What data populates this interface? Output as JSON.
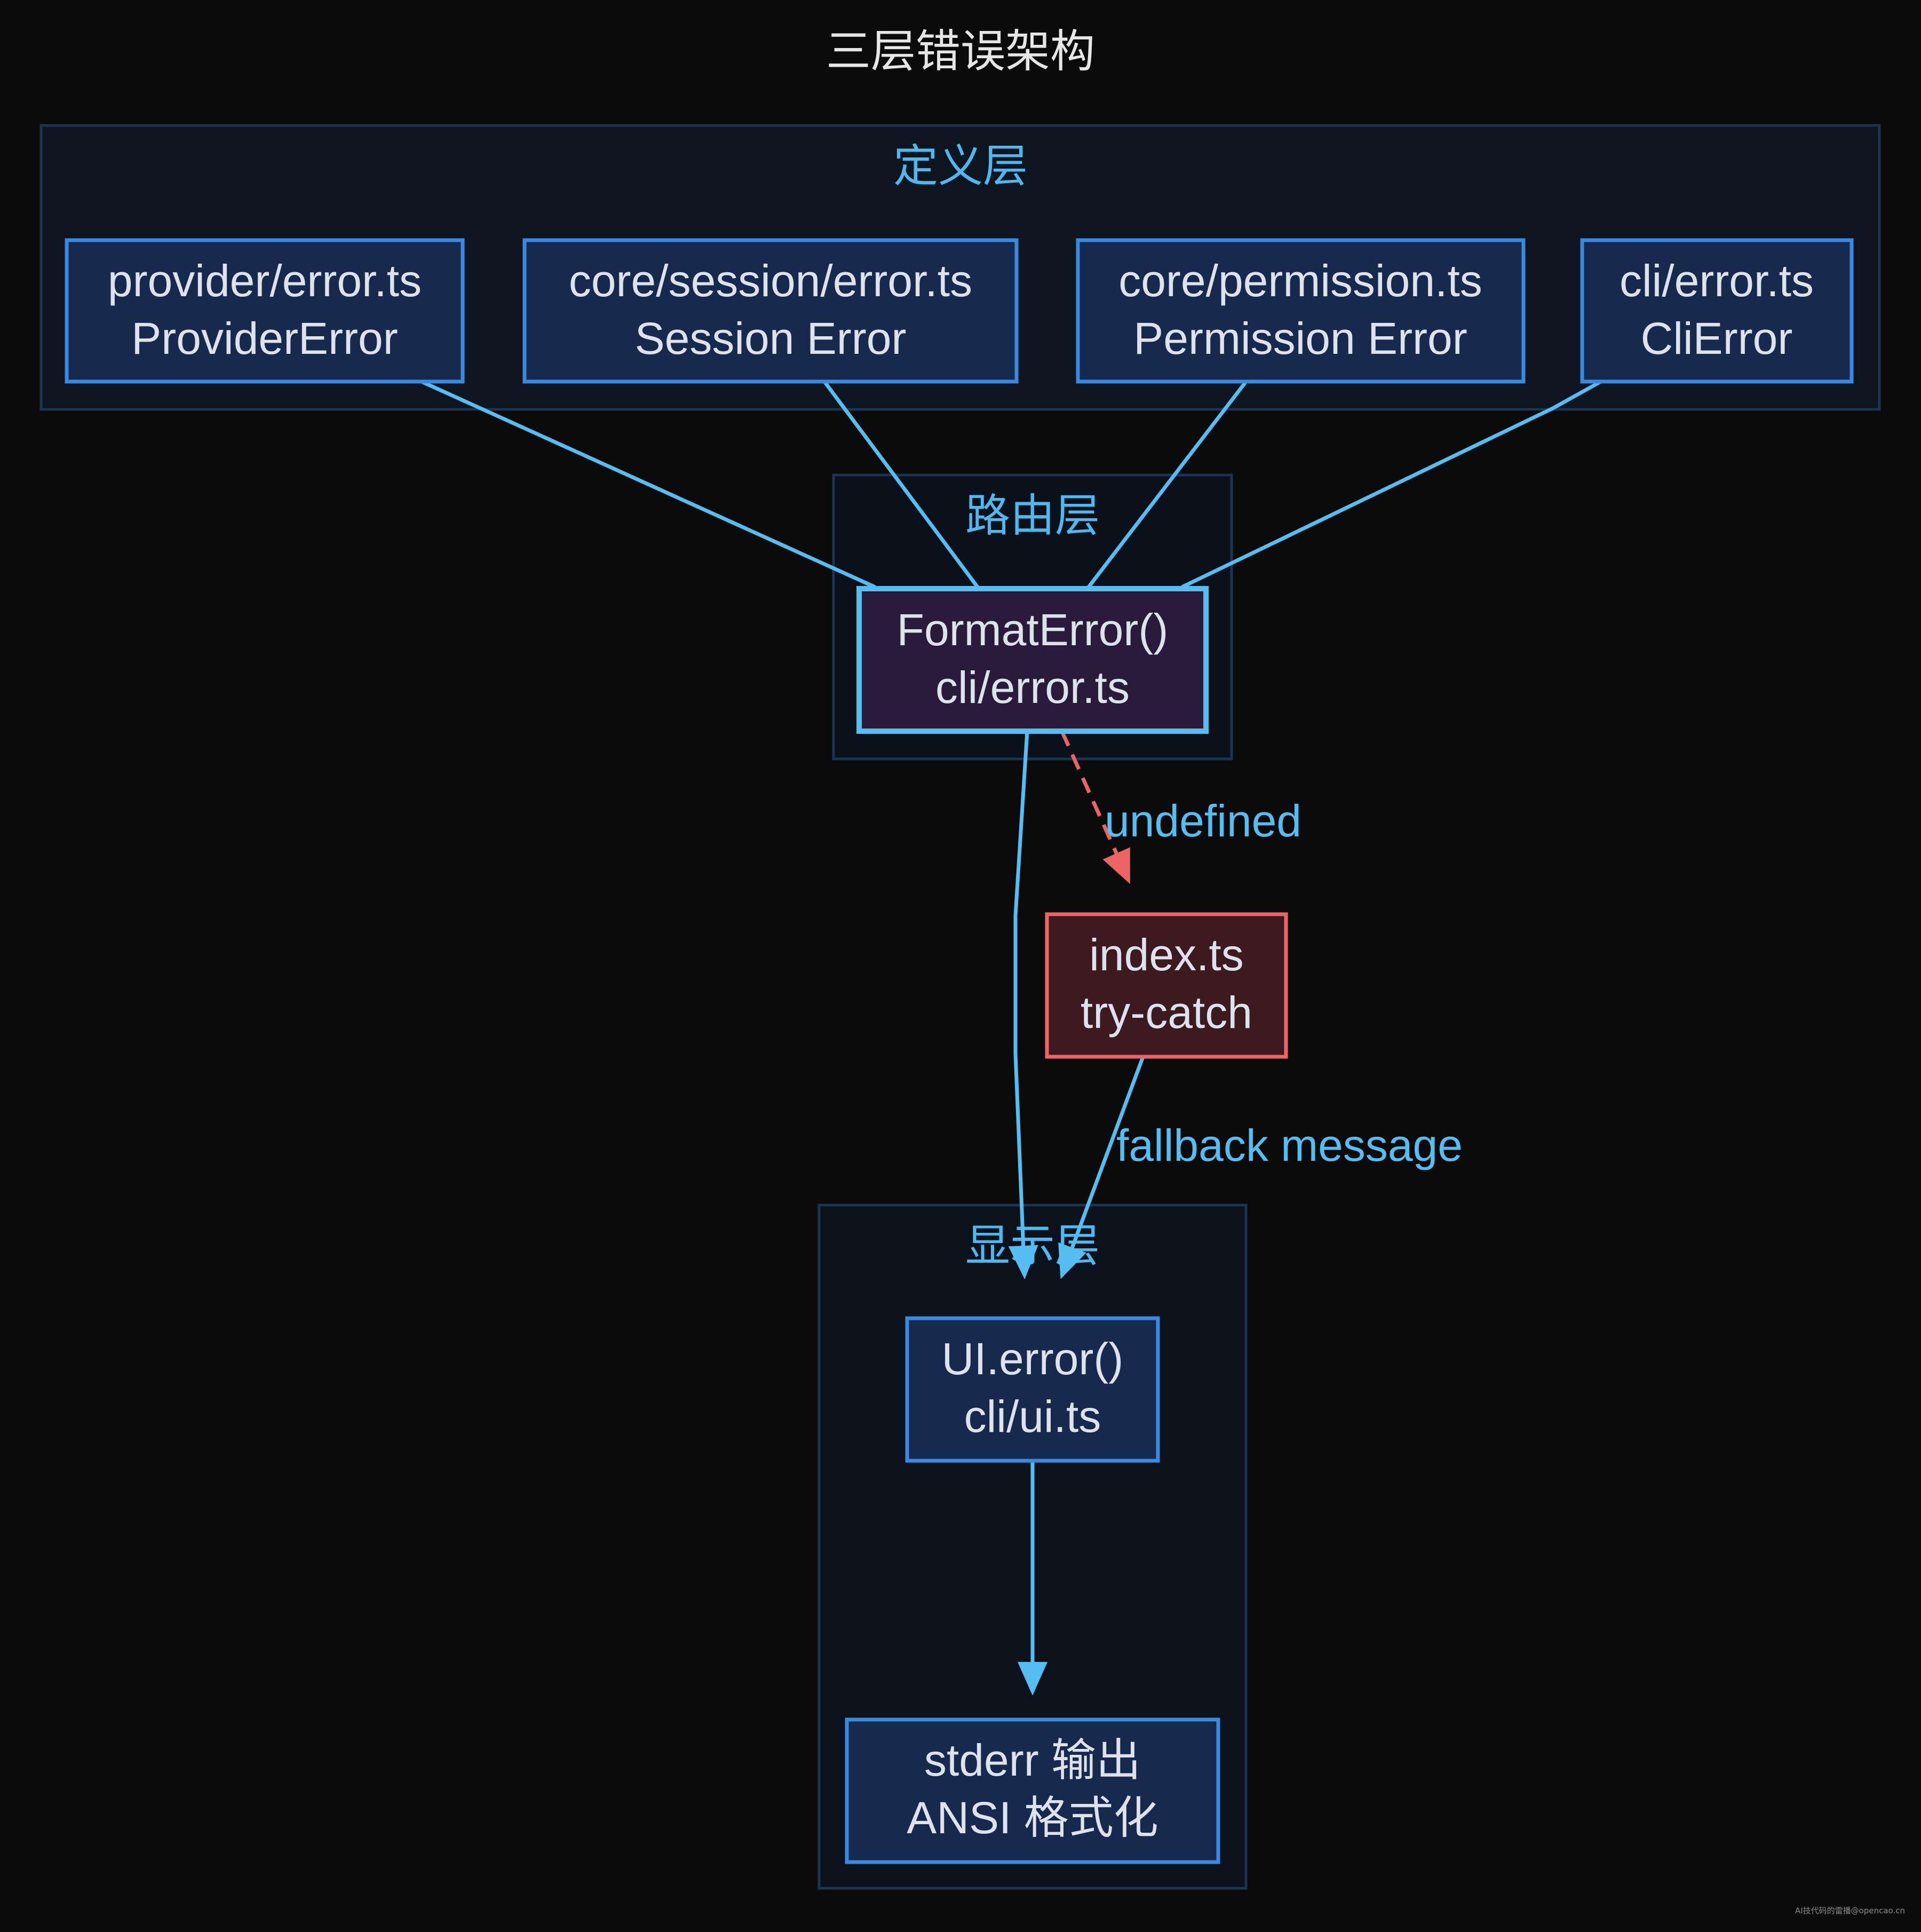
{
  "title": "三层错误架构",
  "colors": {
    "background": "#0b0b0b",
    "title_text": "#e6e6e6",
    "cluster_fill": "#0d1520",
    "cluster_stroke": "#1c3352",
    "cluster_label": "#4fb8ee",
    "node_fill": "#172a4d",
    "node_stroke": "#3a89e0",
    "node_text": "#dde3ec",
    "router_fill": "#2a1b3a",
    "router_stroke": "#55bdf0",
    "catch_fill": "#3d1a1f",
    "catch_stroke": "#ec6565",
    "edge": "#55bdf0",
    "edge_error": "#ec6565",
    "edge_label": "#55bdf0",
    "watermark": "#8a8a8a"
  },
  "clusters": {
    "definition": {
      "label": "定义层"
    },
    "routing": {
      "label": "路由层"
    },
    "display": {
      "label": "显示层"
    }
  },
  "nodes": {
    "provider_error": {
      "line1": "provider/error.ts",
      "line2": "ProviderError"
    },
    "session_error": {
      "line1": "core/session/error.ts",
      "line2": "Session Error"
    },
    "permission_error": {
      "line1": "core/permission.ts",
      "line2": "Permission Error"
    },
    "cli_error": {
      "line1": "cli/error.ts",
      "line2": "CliError"
    },
    "format_error": {
      "line1": "FormatError()",
      "line2": "cli/error.ts"
    },
    "index_catch": {
      "line1": "index.ts",
      "line2": "try-catch"
    },
    "ui_error": {
      "line1": "UI.error()",
      "line2": "cli/ui.ts"
    },
    "stderr_output": {
      "line1": "stderr 输出",
      "line2": "ANSI 格式化"
    }
  },
  "edge_labels": {
    "undefined": "undefined",
    "fallback": "fallback message"
  },
  "watermark": "AI技代码的雷播@opencao.cn"
}
